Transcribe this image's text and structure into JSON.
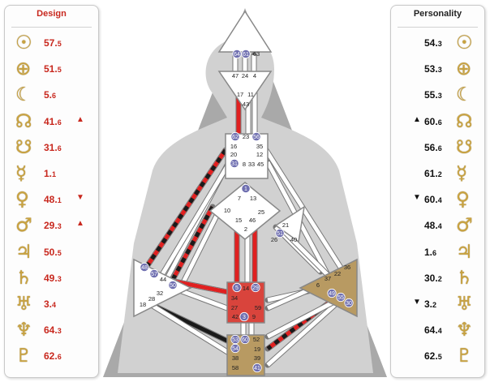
{
  "design": {
    "title": "Design",
    "rows": [
      {
        "planet": "sun-icon",
        "glyph": "☉",
        "gate": "57",
        "line": "5",
        "arrow": ""
      },
      {
        "planet": "earth-icon",
        "glyph": "⊕",
        "gate": "51",
        "line": "5",
        "arrow": ""
      },
      {
        "planet": "moon-icon",
        "glyph": "☾",
        "gate": "5",
        "line": "6",
        "arrow": ""
      },
      {
        "planet": "north-node-icon",
        "glyph": "☊",
        "gate": "41",
        "line": "6",
        "arrow": "▲"
      },
      {
        "planet": "south-node-icon",
        "glyph": "☋",
        "gate": "31",
        "line": "6",
        "arrow": ""
      },
      {
        "planet": "mercury-icon",
        "glyph": "☿",
        "gate": "1",
        "line": "1",
        "arrow": ""
      },
      {
        "planet": "venus-icon",
        "glyph": "♀",
        "gate": "48",
        "line": "1",
        "arrow": "▼"
      },
      {
        "planet": "mars-icon",
        "glyph": "♂",
        "gate": "29",
        "line": "3",
        "arrow": "▲"
      },
      {
        "planet": "jupiter-icon",
        "glyph": "♃",
        "gate": "50",
        "line": "5",
        "arrow": ""
      },
      {
        "planet": "saturn-icon",
        "glyph": "♄",
        "gate": "49",
        "line": "3",
        "arrow": ""
      },
      {
        "planet": "uranus-icon",
        "glyph": "♅",
        "gate": "3",
        "line": "4",
        "arrow": ""
      },
      {
        "planet": "neptune-icon",
        "glyph": "♆",
        "gate": "64",
        "line": "3",
        "arrow": ""
      },
      {
        "planet": "pluto-icon",
        "glyph": "♇",
        "gate": "62",
        "line": "6",
        "arrow": ""
      }
    ]
  },
  "personality": {
    "title": "Personality",
    "rows": [
      {
        "planet": "sun-icon",
        "glyph": "☉",
        "gate": "54",
        "line": "3",
        "arrow": ""
      },
      {
        "planet": "earth-icon",
        "glyph": "⊕",
        "gate": "53",
        "line": "3",
        "arrow": ""
      },
      {
        "planet": "moon-icon",
        "glyph": "☾",
        "gate": "55",
        "line": "3",
        "arrow": ""
      },
      {
        "planet": "north-node-icon",
        "glyph": "☊",
        "gate": "60",
        "line": "6",
        "arrow": "▲"
      },
      {
        "planet": "south-node-icon",
        "glyph": "☋",
        "gate": "56",
        "line": "6",
        "arrow": ""
      },
      {
        "planet": "mercury-icon",
        "glyph": "☿",
        "gate": "61",
        "line": "2",
        "arrow": ""
      },
      {
        "planet": "venus-icon",
        "glyph": "♀",
        "gate": "60",
        "line": "4",
        "arrow": "▼"
      },
      {
        "planet": "mars-icon",
        "glyph": "♂",
        "gate": "48",
        "line": "4",
        "arrow": ""
      },
      {
        "planet": "jupiter-icon",
        "glyph": "♃",
        "gate": "1",
        "line": "6",
        "arrow": ""
      },
      {
        "planet": "saturn-icon",
        "glyph": "♄",
        "gate": "30",
        "line": "2",
        "arrow": ""
      },
      {
        "planet": "uranus-icon",
        "glyph": "♅",
        "gate": "3",
        "line": "2",
        "arrow": "▼"
      },
      {
        "planet": "neptune-icon",
        "glyph": "♆",
        "gate": "64",
        "line": "4",
        "arrow": ""
      },
      {
        "planet": "pluto-icon",
        "glyph": "♇",
        "gate": "62",
        "line": "5",
        "arrow": ""
      }
    ]
  },
  "bodygraph": {
    "colors": {
      "red": "#e02020",
      "black": "#1a1a1a",
      "center_fill": "#ffffff",
      "sacral": "#d9443c",
      "root": "#b89a62",
      "spleen_sp": "#a7895a",
      "badge": "#6f6fb0"
    },
    "head": [
      "64",
      "61",
      "63"
    ],
    "ajna": [
      "47",
      "24",
      "4",
      "17",
      "11",
      "43"
    ],
    "throat": [
      "62",
      "23",
      "56",
      "16",
      "35",
      "20",
      "12",
      "31",
      "8",
      "33",
      "45"
    ],
    "g": [
      "1",
      "7",
      "13",
      "10",
      "15",
      "46",
      "2",
      "25"
    ],
    "ego": [
      "21",
      "51",
      "26",
      "40"
    ],
    "spleen": [
      "48",
      "57",
      "44",
      "50",
      "32",
      "28",
      "18"
    ],
    "solar_plexus": [
      "36",
      "22",
      "37",
      "6",
      "49",
      "55",
      "30"
    ],
    "sacral": [
      "5",
      "14",
      "29",
      "34",
      "27",
      "59",
      "42",
      "3",
      "9"
    ],
    "root": [
      "53",
      "60",
      "52",
      "54",
      "19",
      "38",
      "39",
      "58",
      "41"
    ]
  }
}
